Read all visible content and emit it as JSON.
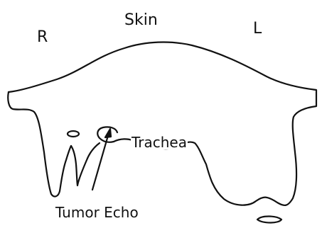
{
  "labels": {
    "skin": "Skin",
    "right": "R",
    "left": "L",
    "trachea": "Trachea",
    "tumor_echo": "Tumor Echo"
  },
  "colors": {
    "ink": "#111111",
    "background": "#ffffff"
  }
}
